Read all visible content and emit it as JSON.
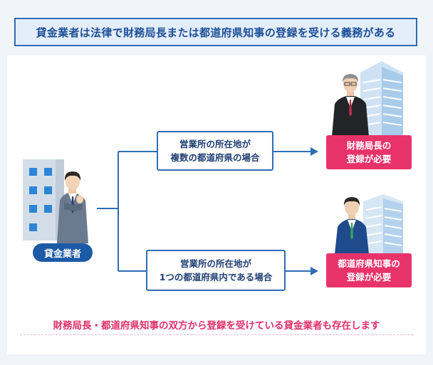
{
  "title": "貸金業者は法律で財務局長または都道府県知事の登録を受ける義務がある",
  "lender": {
    "label": "貸金業者"
  },
  "branches": [
    {
      "condition": "営業所の所在地が\n複数の都道府県の場合",
      "requirement": "財務局長の\n登録が必要"
    },
    {
      "condition": "営業所の所在地が\n1つの都道府県内である場合",
      "requirement": "都道府県知事の\n登録が必要"
    }
  ],
  "note": "財務局長・都道府県知事の双方から登録を受けている貸金業者も存在します",
  "colors": {
    "title_bg": "#e3edfb",
    "brand_blue": "#2f6db6",
    "pink": "#e8336a",
    "navy": "#1c5aa6"
  }
}
